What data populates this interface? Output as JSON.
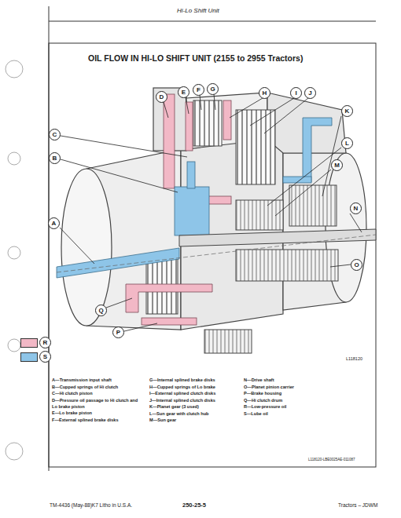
{
  "diagram": {
    "title": "OIL FLOW IN HI-LO SHIFT UNIT (2155 to 2955 Tractors)",
    "labels": [
      "Hi-Lo Shift Unit",
      "D",
      "E",
      "F",
      "G",
      "H",
      "I",
      "J",
      "K",
      "C",
      "B",
      "L",
      "M",
      "A",
      "N",
      "O",
      "Q",
      "P",
      "L118120",
      "A—Transmission input shaft",
      "B—Cupped springs of Hi clutch",
      "C—Hi clutch piston",
      "D—Pressure oil passage to Hi clutch and Lo brake piston",
      "E—Lo brake piston",
      "F—External splined brake disks",
      "G—Internal splined brake disks",
      "H—Cupped springs of Lo brake",
      "I—External splined clutch disks",
      "J—Internal splined clutch disks",
      "K—Planet gear (3 used)",
      "L—Sun gear with clutch hub",
      "M—Sun gear",
      "N—Drive shaft",
      "O—Planet pinion carrier",
      "P—Brake housing",
      "Q—Hi clutch drum",
      "R—Low-pressure oil",
      "S—Lube oil",
      "L118120-LBE0025AE-011087",
      "TM-4436 (May-88)K7 Litho in U.S.A.",
      "250-25-5",
      "Tractors – JDWM"
    ],
    "legend": [
      {
        "text": "R",
        "color": "#f2b8c6"
      },
      {
        "text": "S",
        "color": "#8ec5e8"
      }
    ]
  }
}
